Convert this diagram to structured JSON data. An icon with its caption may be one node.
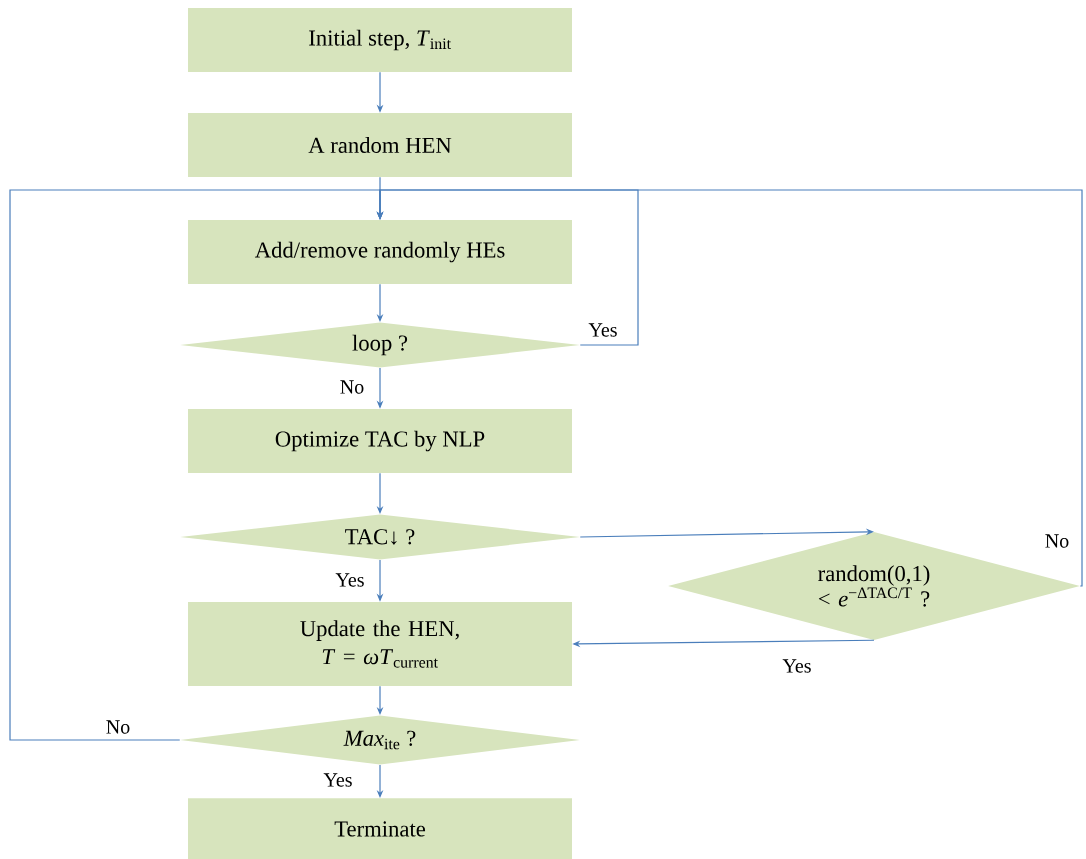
{
  "diagram": {
    "nodes": [
      {
        "text": [
          "Initial step, *T*$_{init}$"
        ]
      },
      {
        "text": [
          "A random HEN"
        ]
      },
      {
        "text": [
          "Add/remove randomly HEs"
        ]
      },
      {
        "text": [
          "loop  ?"
        ]
      },
      {
        "text": [
          "Optimize TAC by NLP"
        ]
      },
      {
        "text": [
          "TAC↓ ?"
        ]
      },
      {
        "text": [
          "random(0,1) < *e*$^{−ΔTAC/T}$ ?"
        ]
      },
      {
        "text": [
          "Update the HEN, *T* = *ωT*$_{current}$"
        ]
      },
      {
        "text": [
          "*Max*$_{ite}$ ?"
        ]
      },
      {
        "text": [
          "Terminate"
        ]
      }
    ],
    "edges": [
      {
        "from": 0,
        "to": 1,
        "arrow": "to"
      },
      {
        "from": 1,
        "to": 2,
        "arrow": "to"
      },
      {
        "from": 2,
        "to": 3,
        "arrow": "to"
      },
      {
        "from": 3,
        "to": 2,
        "arrow": "to",
        "label": "Yes"
      },
      {
        "from": 3,
        "to": 4,
        "arrow": "to",
        "label": "No"
      },
      {
        "from": 4,
        "to": 5,
        "arrow": "to"
      },
      {
        "from": 5,
        "to": 6,
        "arrow": "to"
      },
      {
        "from": 5,
        "to": 7,
        "arrow": "to",
        "label": "Yes"
      },
      {
        "from": 6,
        "to": 7,
        "arrow": "to",
        "label": "Yes"
      },
      {
        "from": 6,
        "to": 2,
        "arrow": "to",
        "label": "No"
      },
      {
        "from": 7,
        "to": 8,
        "arrow": "to"
      },
      {
        "from": 8,
        "to": 2,
        "arrow": "to",
        "label": "No"
      },
      {
        "from": 8,
        "to": 9,
        "arrow": "to",
        "label": "Yes"
      }
    ]
  }
}
